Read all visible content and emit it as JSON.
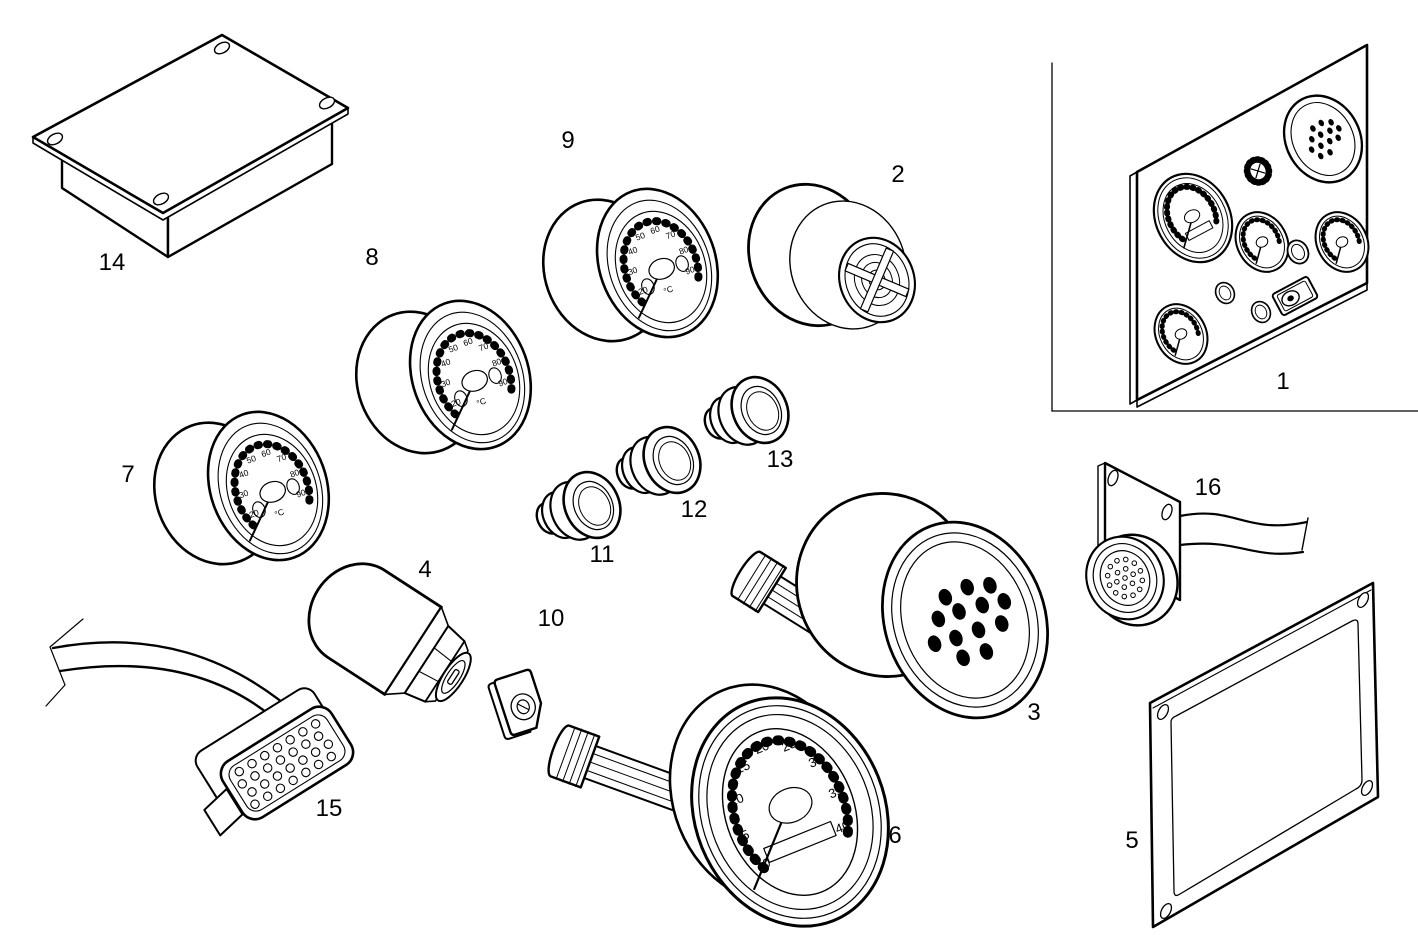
{
  "figure": {
    "background": "#ffffff",
    "line_color": "#000000",
    "type": "exploded-parts-line-drawing"
  },
  "part_labels": {
    "1": "1",
    "2": "2",
    "3": "3",
    "4": "4",
    "5": "5",
    "6": "6",
    "7": "7",
    "8": "8",
    "9": "9",
    "10": "10",
    "11": "11",
    "12": "12",
    "13": "13",
    "14": "14",
    "15": "15",
    "16": "16"
  },
  "tachometer_dial": {
    "labels": [
      "0",
      "5",
      "10",
      "15",
      "20",
      "25",
      "30",
      "35",
      "40"
    ]
  },
  "temperature_dial": {
    "labels": [
      "20",
      "30",
      "40",
      "50",
      "60",
      "70",
      "80",
      "90"
    ],
    "unit": "°C"
  }
}
